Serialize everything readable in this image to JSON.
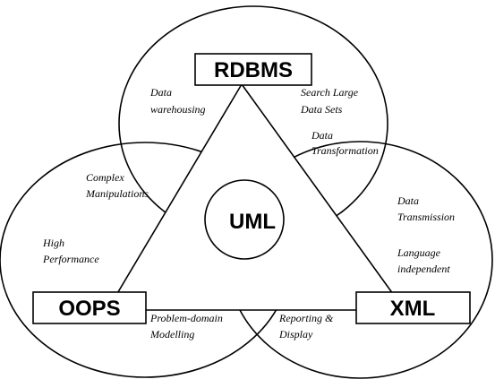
{
  "nodes": {
    "rdbms": "RDBMS",
    "uml": "UML",
    "oops": "OOPS",
    "xml": "XML"
  },
  "annotations": {
    "data_warehousing": [
      "Data",
      "warehousing"
    ],
    "search_large_data_sets": [
      "Search Large",
      "Data Sets"
    ],
    "data_transformation": [
      "Data",
      "Transformation"
    ],
    "complex_manipulations": [
      "Complex",
      "Manipulations"
    ],
    "data_transmission": [
      "Data",
      "Transmission"
    ],
    "high_performance": [
      "High",
      "Performance"
    ],
    "language_independent": [
      "Language",
      "independent"
    ],
    "problem_domain_modelling": [
      "Problem-domain",
      "Modelling"
    ],
    "reporting_display": [
      "Reporting &",
      "Display"
    ]
  }
}
